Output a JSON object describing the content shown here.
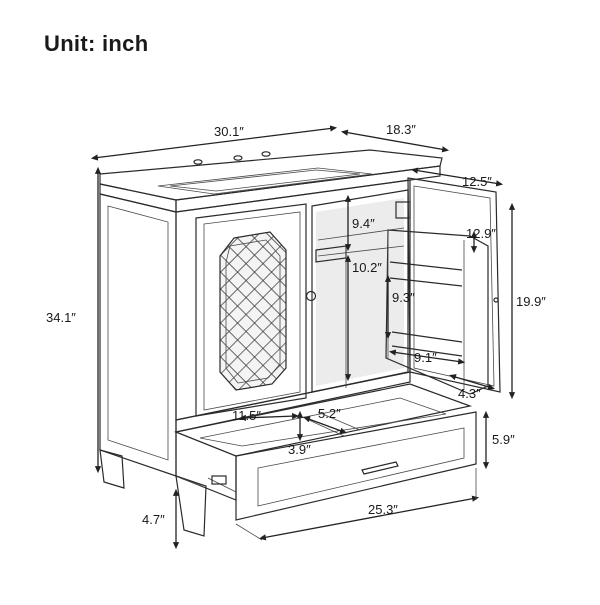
{
  "title": "Unit: inch",
  "dimensions": {
    "top_width": "30.1″",
    "depth": "18.3″",
    "height": "34.1″",
    "door_width": "12.5″",
    "door_shelf_height": "12.9″",
    "door_height": "19.9″",
    "door_shelf_spacing": "9.3″",
    "door_shelf_width": "9.1″",
    "door_shelf_depth": "4.3″",
    "upper_shelf": "9.4″",
    "lower_shelf": "10.2″",
    "drawer_compartment_width": "11.5″",
    "drawer_compartment_depth": "5.2″",
    "drawer_compartment_height": "3.9″",
    "drawer_height": "5.9″",
    "drawer_width": "25.3″",
    "leg_height": "4.7″"
  }
}
